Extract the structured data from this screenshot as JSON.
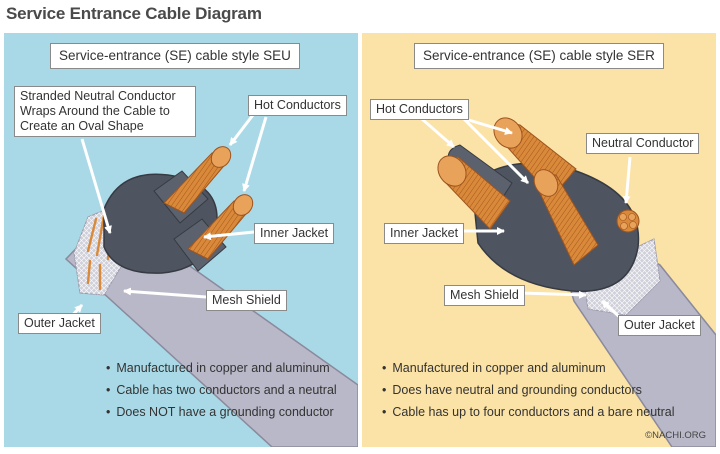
{
  "title": "Service Entrance Cable Diagram",
  "colors": {
    "left_panel": "#a9d9e6",
    "right_panel": "#fbe2a6",
    "outer_jacket": "#b6b6c6",
    "inner_jacket": "#4f5560",
    "copper": "#d9893a",
    "label_border": "#8a8a8a"
  },
  "seu": {
    "title": "Service-entrance (SE) cable style SEU",
    "labels": {
      "neutral": "Stranded Neutral Conductor Wraps Around the Cable to Create an Oval Shape",
      "hot": "Hot Conductors",
      "inner_jacket": "Inner Jacket",
      "mesh_shield": "Mesh Shield",
      "outer_jacket": "Outer Jacket"
    },
    "bullets": [
      "Manufactured in copper and aluminum",
      "Cable has two conductors and a neutral",
      "Does NOT have a grounding conductor"
    ]
  },
  "ser": {
    "title": "Service-entrance (SE) cable style SER",
    "labels": {
      "hot": "Hot Conductors",
      "neutral": "Neutral Conductor",
      "inner_jacket": "Inner Jacket",
      "mesh_shield": "Mesh Shield",
      "outer_jacket": "Outer Jacket"
    },
    "bullets": [
      "Manufactured in copper and aluminum",
      "Does have neutral and grounding conductors",
      "Cable has up to four conductors and a bare neutral"
    ]
  },
  "credit": "©NACHI.ORG"
}
